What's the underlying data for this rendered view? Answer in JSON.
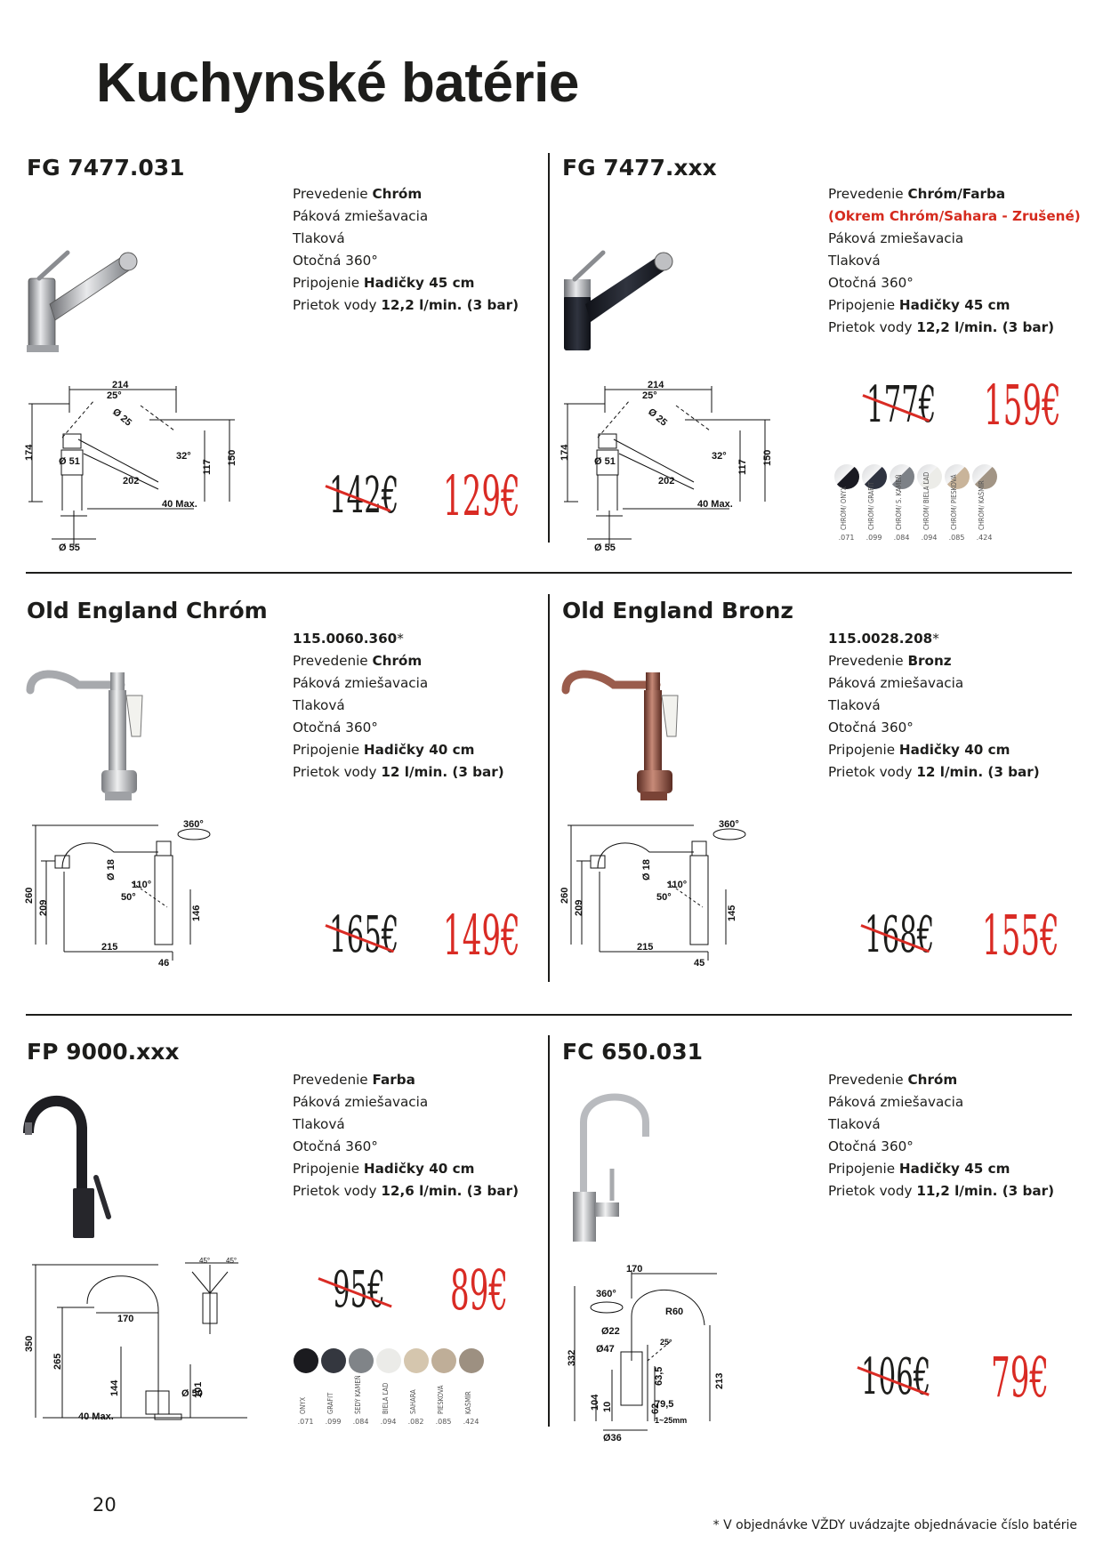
{
  "page": {
    "title": "Kuchynské batérie",
    "page_number": "20",
    "footnote": "* V objednávke VŽDY uvádzajte objednávacie číslo batérie"
  },
  "products": [
    {
      "title": "FG 7477.031",
      "specs": [
        {
          "label": "Prevedenie ",
          "value": "Chróm"
        },
        {
          "label": "Páková zmiešavacia",
          "value": ""
        },
        {
          "label": "Tlaková",
          "value": ""
        },
        {
          "label": "Otočná 360°",
          "value": ""
        },
        {
          "label": "Pripojenie ",
          "value": "Hadičky 45 cm"
        },
        {
          "label": "Prietok vody ",
          "value": "12,2 l/min. (3 bar)"
        }
      ],
      "price_old": "142€",
      "price_new": "129€",
      "dims": {
        "a": "214",
        "b": "174",
        "c": "Ø 51",
        "d": "202",
        "e": "117",
        "f": "150",
        "g": "40 Max.",
        "h": "Ø 55",
        "i": "Ø 25",
        "j": "25°",
        "k": "32°"
      }
    },
    {
      "title": "FG 7477.xxx",
      "specs": [
        {
          "label": "Prevedenie ",
          "value": "Chróm/Farba"
        },
        {
          "label": "",
          "value": "",
          "red": "(Okrem Chróm/Sahara - Zrušené)"
        },
        {
          "label": "Páková zmiešavacia",
          "value": ""
        },
        {
          "label": "Tlaková",
          "value": ""
        },
        {
          "label": "Otočná 360°",
          "value": ""
        },
        {
          "label": "Pripojenie ",
          "value": "Hadičky 45 cm"
        },
        {
          "label": "Prietok vody ",
          "value": "12,2 l/min. (3 bar)"
        }
      ],
      "price_old": "177€",
      "price_new": "159€",
      "dims": {
        "a": "214",
        "b": "174",
        "c": "Ø 51",
        "d": "202",
        "e": "117",
        "f": "150",
        "g": "40 Max.",
        "h": "Ø 55",
        "i": "Ø 25",
        "j": "25°",
        "k": "32°"
      },
      "swatches": [
        {
          "name": "CHRÓM/ ONYX",
          "code": ".071",
          "color": "#1a1a22",
          "split": true
        },
        {
          "name": "CHRÓM/ GRAFIT",
          "code": ".099",
          "color": "#2f3340",
          "split": true
        },
        {
          "name": "CHRÓM/ S. KAMEŇ",
          "code": ".084",
          "color": "#7d8187",
          "split": true
        },
        {
          "name": "CHRÓM/ BIELA ĽAD",
          "code": ".094",
          "color": "#ecece8",
          "split": true
        },
        {
          "name": "CHRÓM/ PIESKOVÁ",
          "code": ".085",
          "color": "#c9b49a",
          "split": true
        },
        {
          "name": "CHRÓM/ KAŠMÍR",
          "code": ".424",
          "color": "#a29585",
          "split": true
        }
      ]
    },
    {
      "title": "Old England Chróm",
      "specs": [
        {
          "label": "",
          "value": "115.0060.360",
          "suffix": "*"
        },
        {
          "label": "Prevedenie ",
          "value": "Chróm"
        },
        {
          "label": "Páková zmiešavacia",
          "value": ""
        },
        {
          "label": "Tlaková",
          "value": ""
        },
        {
          "label": "Otočná 360°",
          "value": ""
        },
        {
          "label": "Pripojenie ",
          "value": "Hadičky 40 cm"
        },
        {
          "label": "Prietok vody ",
          "value": "12 l/min. (3 bar)"
        }
      ],
      "price_old": "165€",
      "price_new": "149€",
      "dims": {
        "a": "260",
        "b": "209",
        "c": "215",
        "d": "46",
        "e": "146",
        "f": "Ø 18",
        "g": "360°",
        "h": "110°",
        "i": "50°"
      }
    },
    {
      "title": "Old England Bronz",
      "specs": [
        {
          "label": "",
          "value": "115.0028.208",
          "suffix": "*"
        },
        {
          "label": "Prevedenie ",
          "value": "Bronz"
        },
        {
          "label": "Páková zmiešavacia",
          "value": ""
        },
        {
          "label": "Tlaková",
          "value": ""
        },
        {
          "label": "Otočná 360°",
          "value": ""
        },
        {
          "label": "Pripojenie ",
          "value": "Hadičky 40 cm"
        },
        {
          "label": "Prietok vody ",
          "value": "12 l/min. (3 bar)"
        }
      ],
      "price_old": "168€",
      "price_new": "155€",
      "dims": {
        "a": "260",
        "b": "209",
        "c": "215",
        "d": "45",
        "e": "145",
        "f": "Ø 18",
        "g": "360°",
        "h": "110°",
        "i": "50°"
      }
    },
    {
      "title": "FP 9000.xxx",
      "specs": [
        {
          "label": "Prevedenie ",
          "value": "Farba"
        },
        {
          "label": "Páková zmiešavacia",
          "value": ""
        },
        {
          "label": "Tlaková",
          "value": ""
        },
        {
          "label": "Otočná 360°",
          "value": ""
        },
        {
          "label": "Pripojenie ",
          "value": "Hadičky 40 cm"
        },
        {
          "label": "Prietok vody ",
          "value": "12,6 l/min. (3 bar)"
        }
      ],
      "price_old": "95€",
      "price_new": "89€",
      "dims": {
        "a": "350",
        "b": "265",
        "c": "170",
        "d": "144",
        "e": "Ø 50",
        "f": "101",
        "g": "40 Max.",
        "h": "45°"
      },
      "swatches": [
        {
          "name": "ONYX",
          "code": ".071",
          "color": "#1b1b1f"
        },
        {
          "name": "GRAFIT",
          "code": ".099",
          "color": "#34373f"
        },
        {
          "name": "ŠEDÝ KAMEŇ",
          "code": ".084",
          "color": "#808488"
        },
        {
          "name": "BIELA ĽAD",
          "code": ".094",
          "color": "#ebebe8"
        },
        {
          "name": "SAHARA",
          "code": ".082",
          "color": "#d5c6ae"
        },
        {
          "name": "PIESKOVÁ",
          "code": ".085",
          "color": "#bfae98"
        },
        {
          "name": "KAŠMÍR",
          "code": ".424",
          "color": "#9d9081"
        }
      ]
    },
    {
      "title": "FC 650.031",
      "specs": [
        {
          "label": "Prevedenie ",
          "value": "Chróm"
        },
        {
          "label": "Páková zmiešavacia",
          "value": ""
        },
        {
          "label": "Tlaková",
          "value": ""
        },
        {
          "label": "Otočná 360°",
          "value": ""
        },
        {
          "label": "Pripojenie ",
          "value": "Hadičky 45 cm"
        },
        {
          "label": "Prietok vody ",
          "value": "11,2 l/min. (3 bar)"
        }
      ],
      "price_old": "106€",
      "price_new": "79€",
      "dims": {
        "a": "170",
        "b": "360°",
        "c": "R60",
        "d": "Ø22",
        "e": "Ø47",
        "f": "332",
        "g": "104",
        "h": "10",
        "i": "Ø36",
        "j": "63,5",
        "k": "62",
        "l": "79,5",
        "m": "213",
        "n": "1~25mm",
        "o": "25°"
      }
    }
  ],
  "colors": {
    "accent_red": "#d92b24",
    "text": "#1d1d1b"
  }
}
